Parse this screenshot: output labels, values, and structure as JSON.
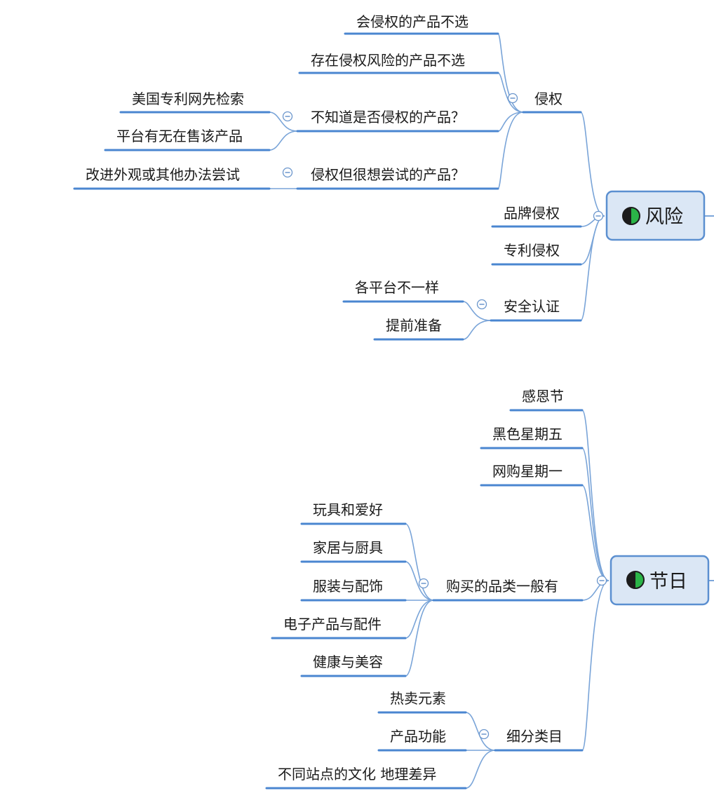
{
  "colors": {
    "line": "#4a86d0",
    "connector": "#79a4d8",
    "root_fill": "#dbe7f5",
    "root_border": "#5b8fd0",
    "progress_fill": "#2bb548",
    "progress_track": "#1c1c1c"
  },
  "icons": [
    "progress-pie-icon",
    "collapse-toggle-icon"
  ],
  "roots": [
    {
      "id": "risk",
      "label": "风险",
      "progress_fraction": 0.5,
      "children": [
        {
          "label": "侵权",
          "children": [
            {
              "label": "会侵权的产品不选"
            },
            {
              "label": "存在侵权风险的产品不选"
            },
            {
              "label": "不知道是否侵权的产品？",
              "children": [
                {
                  "label": "美国专利网先检索"
                },
                {
                  "label": "平台有无在售该产品"
                }
              ]
            },
            {
              "label": "侵权但很想尝试的产品？",
              "children": [
                {
                  "label": "改进外观或其他办法尝试"
                }
              ]
            }
          ]
        },
        {
          "label": "品牌侵权"
        },
        {
          "label": "专利侵权"
        },
        {
          "label": "安全认证",
          "children": [
            {
              "label": "各平台不一样"
            },
            {
              "label": "提前准备"
            }
          ]
        }
      ]
    },
    {
      "id": "holiday",
      "label": "节日",
      "progress_fraction": 0.5,
      "children": [
        {
          "label": "感恩节"
        },
        {
          "label": "黑色星期五"
        },
        {
          "label": "网购星期一"
        },
        {
          "label": "购买的品类一般有",
          "children": [
            {
              "label": "玩具和爱好"
            },
            {
              "label": "家居与厨具"
            },
            {
              "label": "服装与配饰"
            },
            {
              "label": "电子产品与配件"
            },
            {
              "label": "健康与美容"
            }
          ]
        },
        {
          "label": "细分类目",
          "children": [
            {
              "label": "热卖元素"
            },
            {
              "label": "产品功能"
            },
            {
              "label": "不同站点的文化 地理差异"
            }
          ]
        }
      ]
    }
  ]
}
